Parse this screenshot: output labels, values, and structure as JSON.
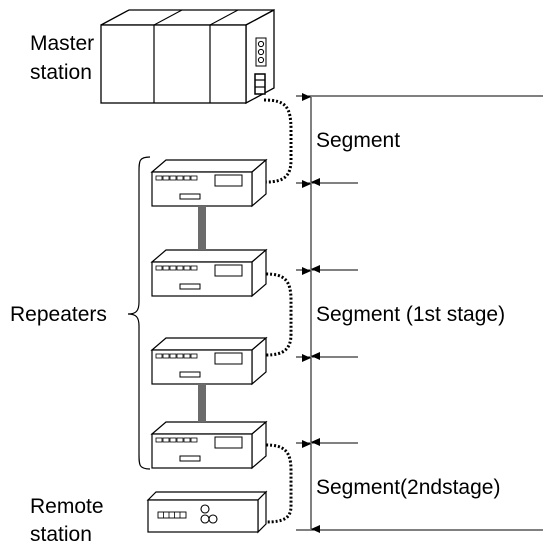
{
  "labels": {
    "master_line1": "Master",
    "master_line2": "station",
    "repeaters": "Repeaters",
    "remote_line1": "Remote",
    "remote_line2": "station"
  },
  "segments": [
    "Segment",
    "Segment (1st stage)",
    "Segment(2ndstage)"
  ],
  "colors": {
    "stroke": "#000000",
    "device_fill": "#ffffff",
    "panel_fill": "#bfbfbf",
    "cable_solid": "#6b6b6b"
  }
}
